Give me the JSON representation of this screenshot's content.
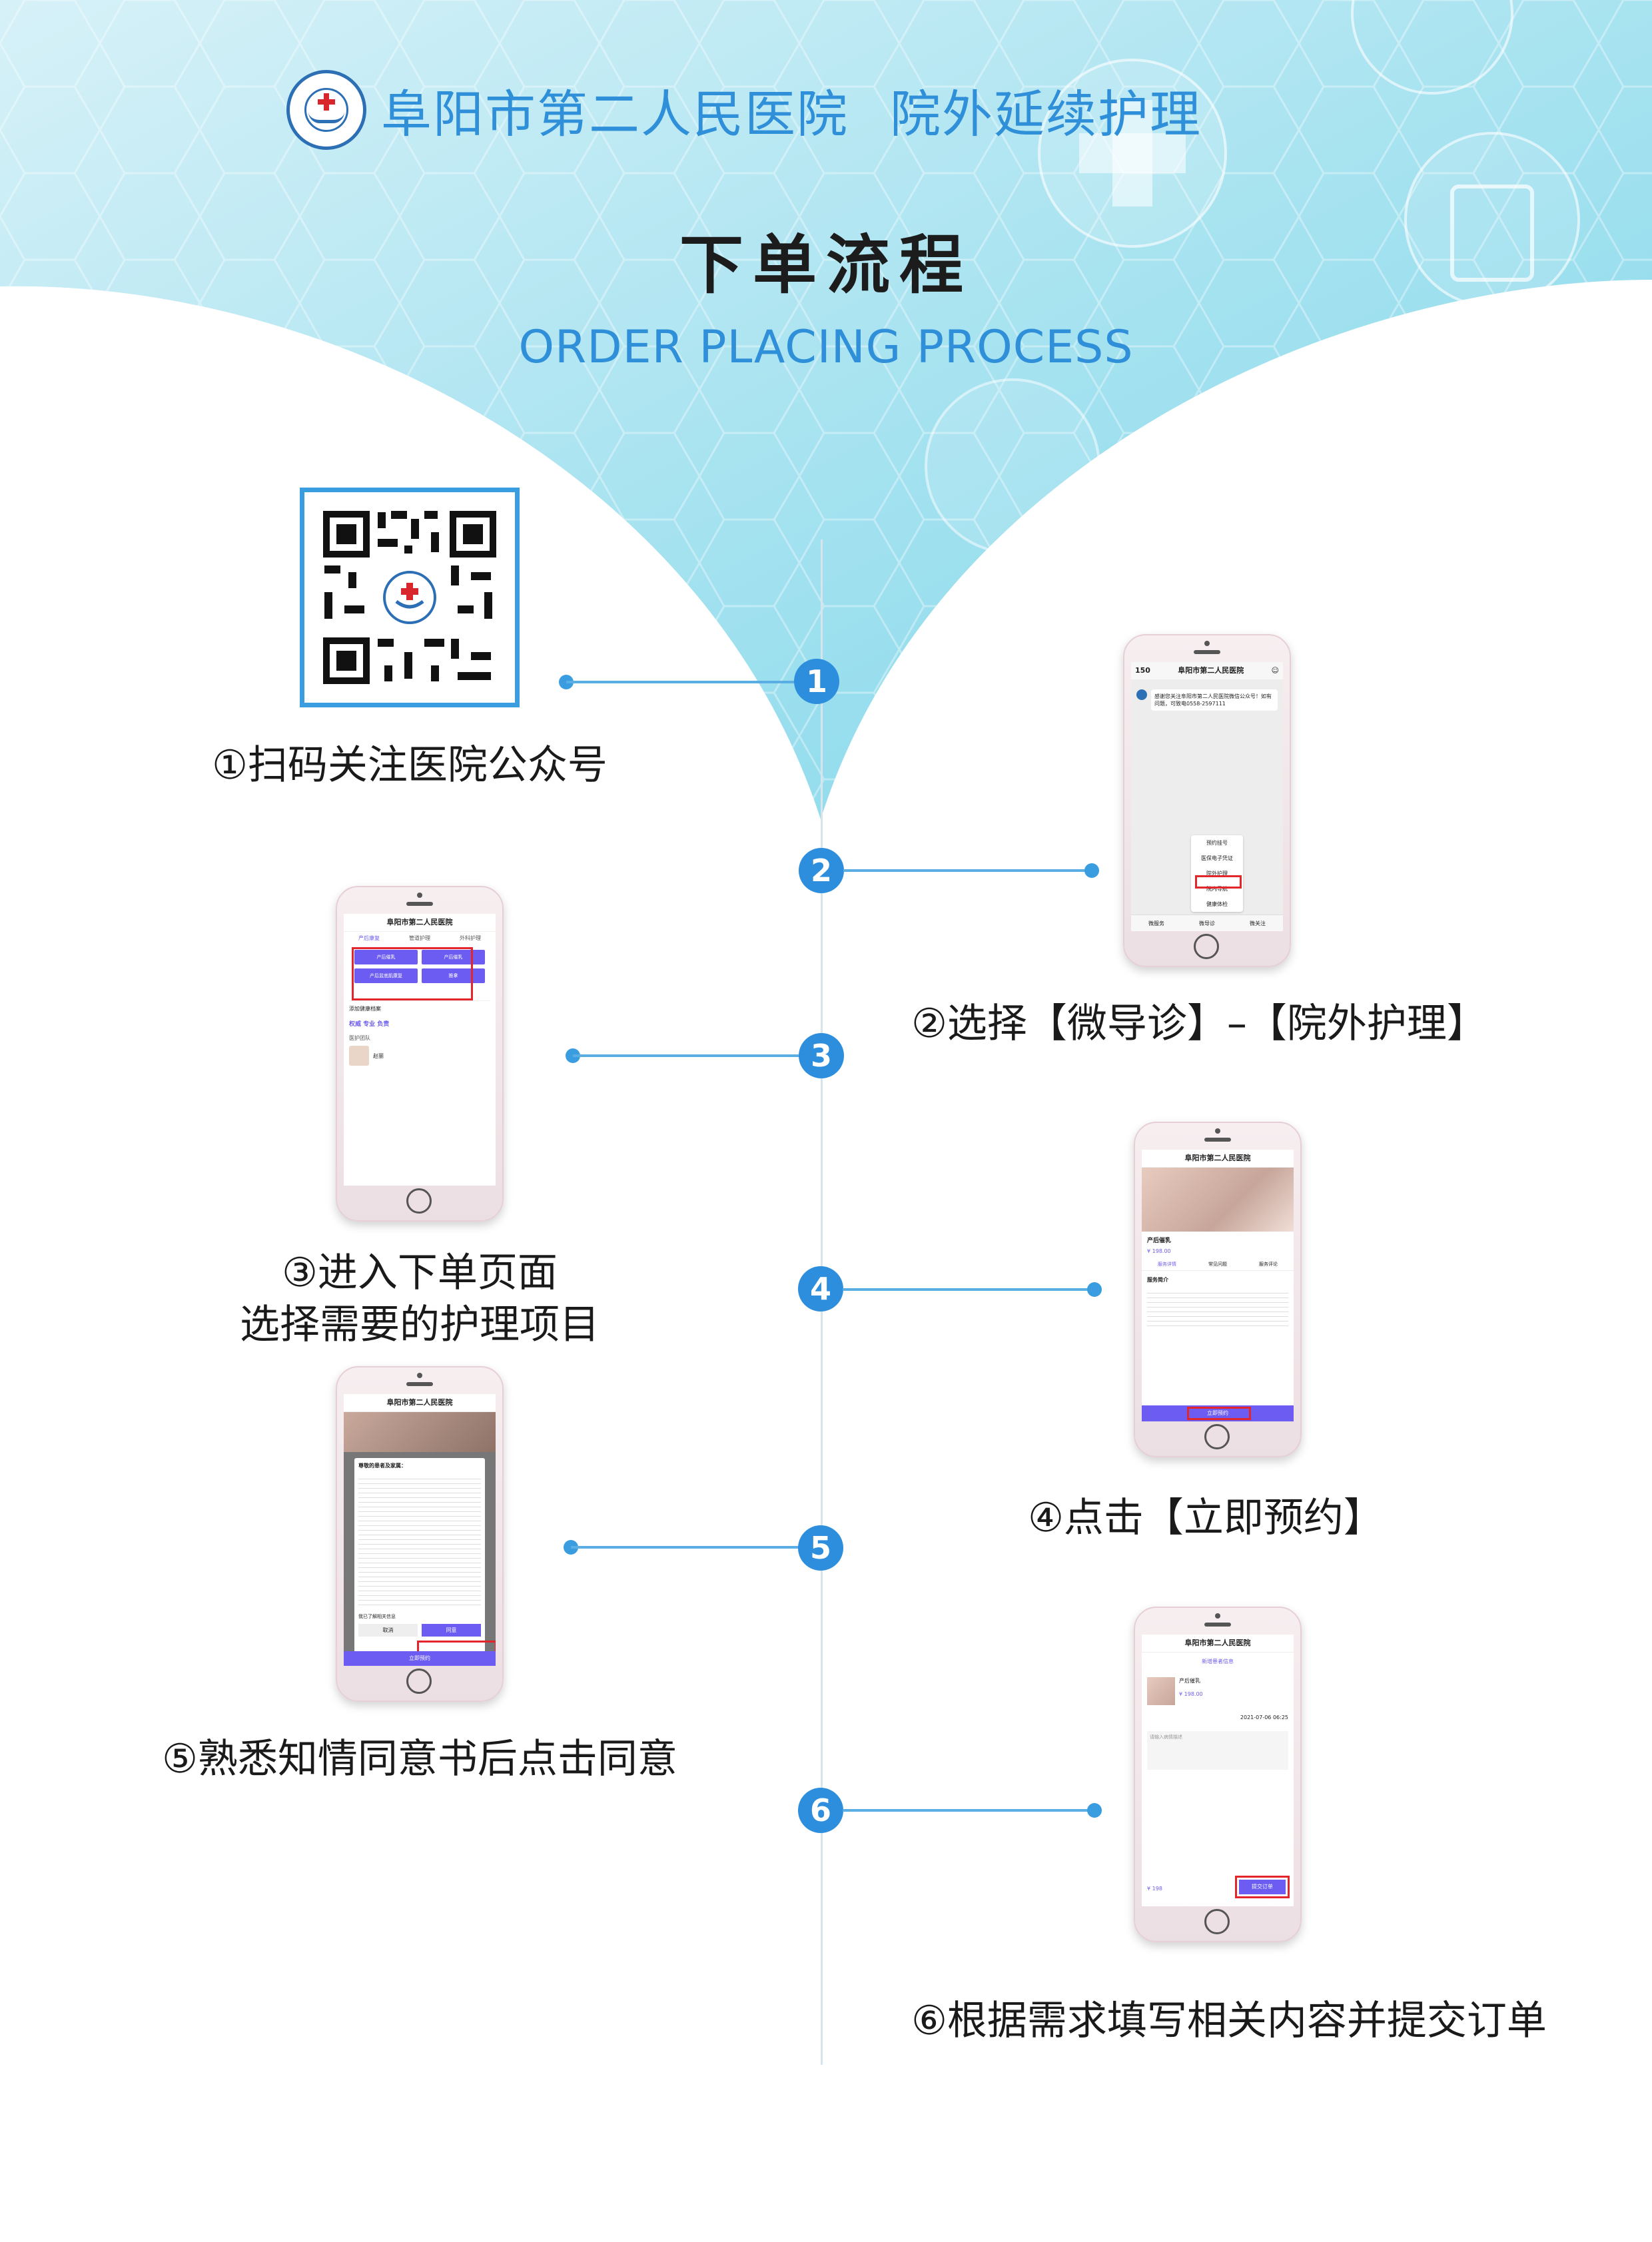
{
  "header": {
    "hospital_name": "阜阳市第二人民医院",
    "service_name": "院外延续护理",
    "title": "下单流程",
    "subtitle": "ORDER PLACING PROCESS"
  },
  "colors": {
    "accent": "#2f8fd8",
    "circle": "#2e8ede",
    "highlight": "#e3262b",
    "button": "#6c5cf2"
  },
  "steps": [
    {
      "number": "1",
      "caption": "①扫码关注医院公众号"
    },
    {
      "number": "2",
      "caption": "②选择【微导诊】–【院外护理】"
    },
    {
      "number": "3",
      "caption_line1": "③进入下单页面",
      "caption_line2": "选择需要的护理项目"
    },
    {
      "number": "4",
      "caption": "④点击【立即预约】"
    },
    {
      "number": "5",
      "caption": "⑤熟悉知情同意书后点击同意"
    },
    {
      "number": "6",
      "caption": "⑥根据需求填写相关内容并提交订单"
    }
  ],
  "phone2": {
    "title": "阜阳市第二人民医院",
    "back_count": "150",
    "message": "感谢您关注阜阳市第二人民医院微信公众号！如有问题，可致电0558-2597111",
    "menu": [
      "预约挂号",
      "医保电子凭证",
      "院外护理",
      "院内导航",
      "健康体检"
    ],
    "bottom_tabs": [
      "微服务",
      "微导诊",
      "微关注"
    ]
  },
  "phone3": {
    "title": "阜阳市第二人民医院",
    "tabs": [
      "产后康复",
      "管道护理",
      "外科护理"
    ],
    "items": [
      "产后催乳",
      "产后催乳",
      "产后盆底肌康复",
      "推拿"
    ],
    "record": "添加健康档案",
    "slogan": "权威 专业 负责",
    "team": "医护团队",
    "doctor": "赵丽"
  },
  "phone4": {
    "title": "阜阳市第二人民医院",
    "service": "产后催乳",
    "price": "¥ 198.00",
    "tabs": [
      "服务详情",
      "常见问题",
      "服务评论"
    ],
    "section": "服务简介",
    "button": "立即预约"
  },
  "phone5": {
    "title": "阜阳市第二人民医院",
    "greeting": "尊敬的患者及家属：",
    "agree_label": "我已了解相关信息",
    "cancel": "取消",
    "agree": "同意",
    "button": "立即预约"
  },
  "phone6": {
    "title": "阜阳市第二人民医院",
    "add_patient": "新增患者信息",
    "service": "产后催乳",
    "price": "¥ 198.00",
    "time": "2021-07-06 06:25",
    "remark": "请输入病情描述",
    "total": "¥ 198",
    "submit": "提交订单"
  }
}
